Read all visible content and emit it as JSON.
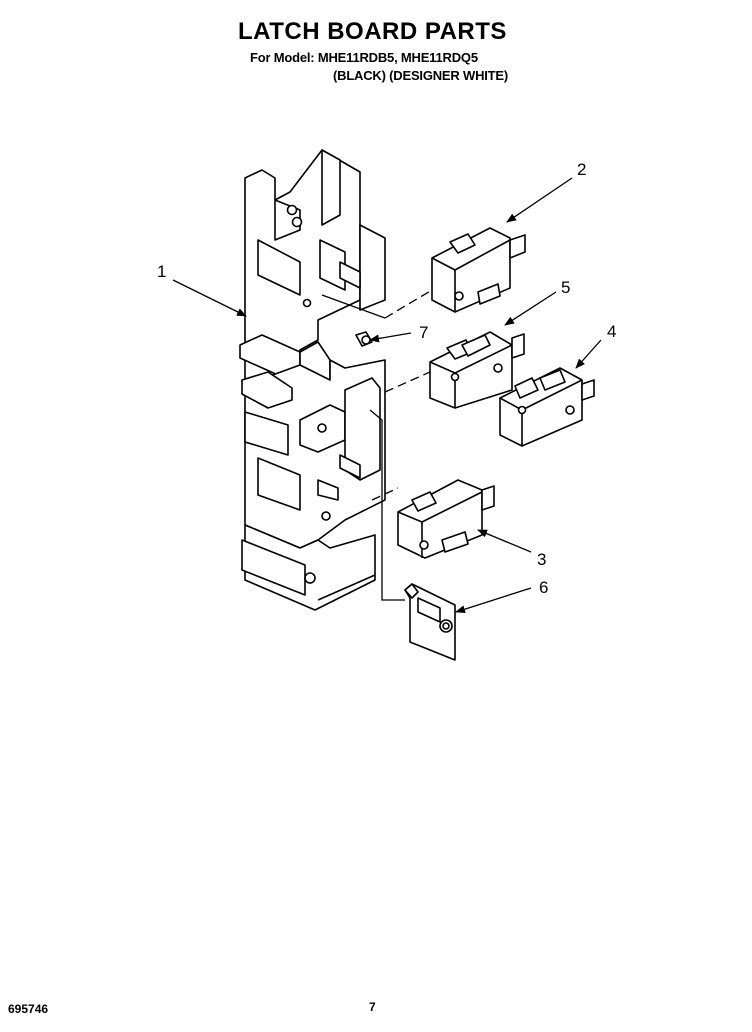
{
  "header": {
    "title": "LATCH BOARD PARTS",
    "model_line": "For Model: MHE11RDB5, MHE11RDQ5",
    "color_line": "(BLACK) (DESIGNER WHITE)"
  },
  "callouts": {
    "c1": "1",
    "c2": "2",
    "c3": "3",
    "c4": "4",
    "c5": "5",
    "c6": "6",
    "c7": "7"
  },
  "footer": {
    "doc_number": "695746",
    "page_number": "7"
  }
}
